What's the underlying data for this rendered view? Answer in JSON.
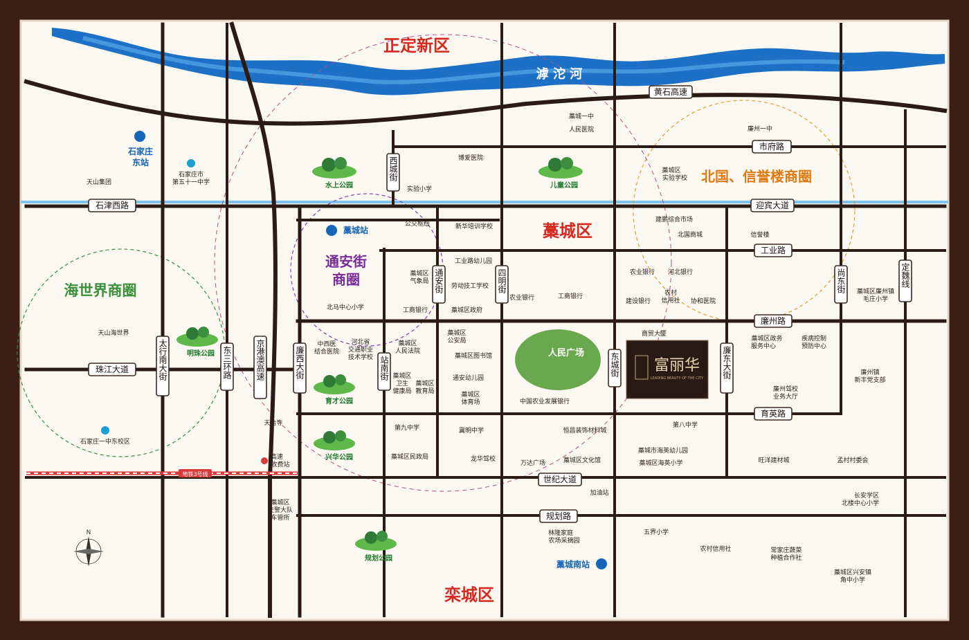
{
  "colors": {
    "frame": "#3b1f17",
    "map_bg": "#fbf7f1",
    "road": "#2c1b15",
    "river": "#1c70c6",
    "river_light": "#59a9e8",
    "district_red": "#d62a20",
    "circle_green": "#3a8f3a",
    "circle_purple": "#8a3fb0",
    "circle_orange": "#e0a030",
    "metro": "#d83a3a",
    "blue_line": "#7fc3ec"
  },
  "districts": {
    "zhengding": "正定新区",
    "gaocheng": "藁城区",
    "luancheng": "栾城区"
  },
  "river": {
    "name": "滹 沱 河"
  },
  "circles": {
    "haishijie": "海世界商圈",
    "tonganjie_line1": "通安街",
    "tonganjie_line2": "商圈",
    "beiguo": "北国、信誉楼商圈"
  },
  "project": {
    "name": "富丽华",
    "tagline": "LEADING BEAUTY OF THE CITY"
  },
  "horizontal_roads": {
    "huangshi": "黄石高速",
    "shifu": "市府路",
    "shijinxi": "石津西路",
    "yingbin": "迎宾大道",
    "gongye": "工业路",
    "lianzhou": "廉州路",
    "zhujiang": "珠江大道",
    "yuying": "育英路",
    "shiji": "世纪大道",
    "guihua": "规划路"
  },
  "vertical_roads": {
    "taixingnan": "太行南大街",
    "dongsanhuan": "东三环路",
    "jinggangao": "京港澳高速",
    "lianxi": "廉西大街",
    "xicheng": "西城街",
    "zhannan": "站南街",
    "tongan": "通安街",
    "siming": "四明街",
    "dongcheng": "东城街",
    "liandong": "廉东大街",
    "shangdong": "尚东街",
    "dingwei": "定魏线"
  },
  "parks": {
    "shuishang": "水上公园",
    "ertong": "儿童公园",
    "mingzhu": "明珠公园",
    "yucai": "育才公园",
    "xinghua": "兴华公园",
    "guihua": "规划公园",
    "renmin": "人民广场"
  },
  "stations": {
    "shijiazhuang_east_1": "石家庄",
    "shijiazhuang_east_2": "东站",
    "gaocheng": "藁城站",
    "gaocheng_south": "藁城南站"
  },
  "metro": {
    "label": "地铁3号线"
  },
  "pois": {
    "tianshan": "天山集团",
    "school51_1": "石家庄市",
    "school51_2": "第五十一中学",
    "tianshan_sea": "天山海世界",
    "east_campus": "石家庄一中东校区",
    "tiantai": "天台寺",
    "toll_1": "高速",
    "toll_2": "收费站",
    "traffic_1": "藁城区",
    "traffic_2": "交警大队",
    "traffic_3": "车管所",
    "gaocheng_yizhong": "藁城一中",
    "renmin_hospital": "人民医院",
    "boai": "博爱医院",
    "shiyan": "实验小学",
    "bus_hub": "公交枢纽",
    "xinhua_train": "新华培训学校",
    "beima": "北马中心小学",
    "weather_1": "藁城区",
    "weather_2": "气象局",
    "icbc": "工商银行",
    "gongyelu_kg": "工业路幼儿园",
    "laodong": "劳动技工学校",
    "gov": "藁城区政府",
    "abc": "农业银行",
    "icbc2": "工商银行",
    "zhongxiyi_1": "中西医",
    "zhongxiyi_2": "结合医院",
    "hebei_jt_1": "河北省",
    "hebei_jt_2": "交通职业",
    "hebei_jt_3": "技术学校",
    "court_1": "藁城区",
    "court_2": "人民法院",
    "police_1": "藁城区",
    "police_2": "公安局",
    "library": "藁城区图书馆",
    "health_1": "藁城区",
    "health_2": "卫生",
    "health_3": "健康局",
    "edu_1": "藁城区",
    "edu_2": "教育局",
    "tongan_kg": "通安幼儿园",
    "stadium_1": "藁城区",
    "stadium_2": "体育场",
    "adbc": "中国农业发展银行",
    "no9": "第九中学",
    "jiming": "冀明中学",
    "longhua": "龙华驾校",
    "civil": "藁城区民政局",
    "wanda": "万达广场",
    "hengchang": "恒昌装饰材料城",
    "culture": "藁城区文化馆",
    "gas": "加油站",
    "linlong_1": "林隆家庭",
    "linlong_2": "农场采摘园",
    "lianzhou1": "廉州一中",
    "shiyan_school_1": "藁城区",
    "shiyan_school_2": "实验学校",
    "jianpeng": "建鹏综合市场",
    "beiguo_mall": "北国商城",
    "xinyulou": "信誉楼",
    "abc2": "农业银行",
    "hebei_bank": "河北银行",
    "ccb": "建设银行",
    "rcc_1": "农村",
    "rcc_2": "信用社",
    "xiehe": "协和医院",
    "shangmao": "商贸大厦",
    "maozhuang_1": "藁城区廉州镇",
    "maozhuang_2": "毛庄小学",
    "zhengwu_1": "藁城区政务",
    "zhengwu_2": "服务中心",
    "cdc_1": "疾病控制",
    "cdc_2": "预防中心",
    "xinfeng_1": "廉州镇",
    "xinfeng_2": "新丰党支部",
    "driving_1": "廉州驾校",
    "driving_2": "业务大厅",
    "no8": "第八中学",
    "haiying_kg": "藁城市海英幼儿园",
    "haiying_ps": "藁城区海英小学",
    "wangyang": "旺洋建材城",
    "mengcun": "孟村村委会",
    "changan_1": "长安学区",
    "changan_2": "北楼中心小学",
    "wujie": "五界小学",
    "rcc_bank": "农村信用社",
    "changjiazhuang_1": "常家庄蔬菜",
    "changjiazhuang_2": "种植合作社",
    "jiaozhong_1": "藁城区兴安镇",
    "jiaozhong_2": "角中小学"
  },
  "compass": {
    "north": "N"
  }
}
